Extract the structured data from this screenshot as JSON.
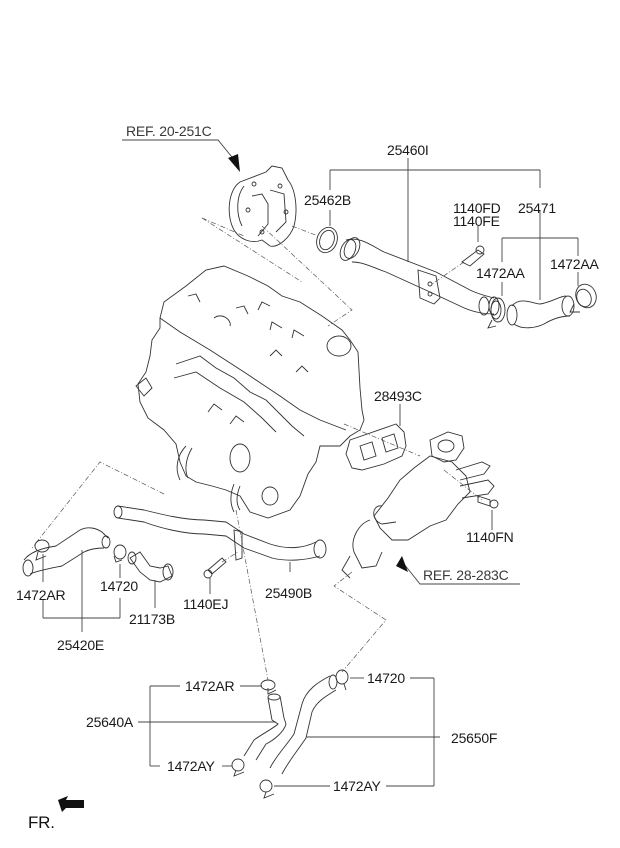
{
  "diagram": {
    "title": "Engine Cooling / Hose Parts Diagram",
    "references": [
      {
        "id": "ref-20-251c",
        "text": "REF. 20-251C"
      },
      {
        "id": "ref-28-283c",
        "text": "REF. 28-283C"
      }
    ],
    "labels": {
      "p25460I": "25460I",
      "p25462B": "25462B",
      "p1140FD": "1140FD",
      "p1140FE": "1140FE",
      "p25471": "25471",
      "p1472AA_a": "1472AA",
      "p1472AA_b": "1472AA",
      "p28493C": "28493C",
      "p1140FN": "1140FN",
      "p1472AR_left": "1472AR",
      "p14720_left": "14720",
      "p21173B": "21173B",
      "p25420E": "25420E",
      "p1140EJ": "1140EJ",
      "p25490B": "25490B",
      "p1472AR_bottom": "1472AR",
      "p25640A": "25640A",
      "p1472AY_left": "1472AY",
      "p14720_right": "14720",
      "p25650F": "25650F",
      "p1472AY_bottom": "1472AY"
    },
    "orientation": {
      "text": "FR.",
      "icon": "front-direction-arrow-icon"
    }
  }
}
